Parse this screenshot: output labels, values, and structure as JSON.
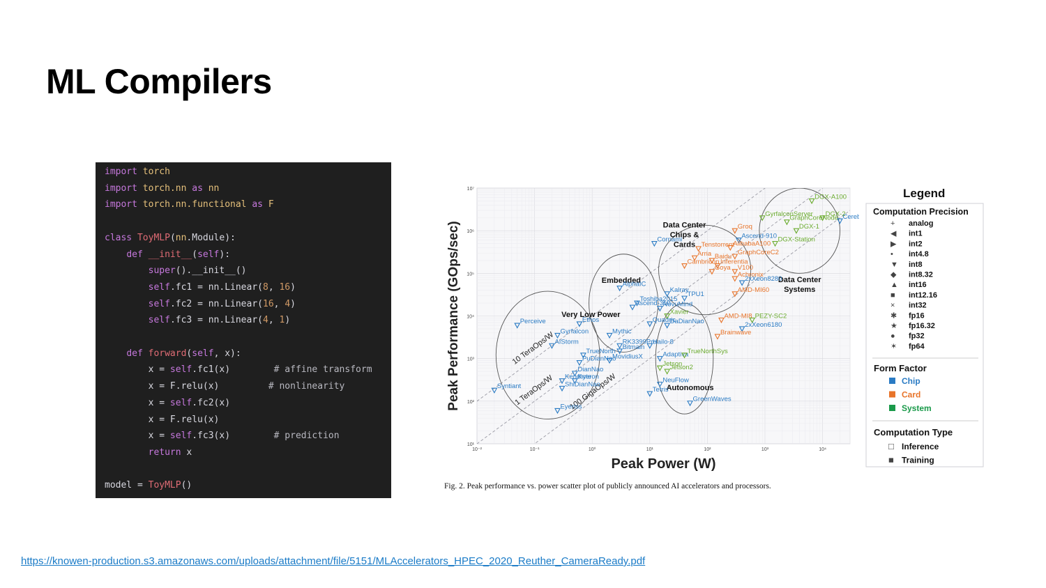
{
  "slide": {
    "title": "ML Compilers",
    "source_link": "https://knowen-production.s3.amazonaws.com/uploads/attachment/file/5151/MLAccelerators_HPEC_2020_Reuther_CameraReady.pdf"
  },
  "code": {
    "lines": [
      [
        [
          "kw",
          "import"
        ],
        [
          "plain",
          " "
        ],
        [
          "mod",
          "torch"
        ]
      ],
      [
        [
          "kw",
          "import"
        ],
        [
          "plain",
          " "
        ],
        [
          "mod",
          "torch.nn"
        ],
        [
          "plain",
          " "
        ],
        [
          "kw",
          "as"
        ],
        [
          "plain",
          " "
        ],
        [
          "mod",
          "nn"
        ]
      ],
      [
        [
          "kw",
          "import"
        ],
        [
          "plain",
          " "
        ],
        [
          "mod",
          "torch.nn.functional"
        ],
        [
          "plain",
          " "
        ],
        [
          "kw",
          "as"
        ],
        [
          "plain",
          " "
        ],
        [
          "mod",
          "F"
        ]
      ],
      [],
      [
        [
          "kw",
          "class"
        ],
        [
          "plain",
          " "
        ],
        [
          "fn",
          "ToyMLP"
        ],
        [
          "plain",
          "("
        ],
        [
          "mod",
          "nn"
        ],
        [
          "plain",
          ".Module):"
        ]
      ],
      [
        [
          "plain",
          "    "
        ],
        [
          "kw",
          "def"
        ],
        [
          "plain",
          " "
        ],
        [
          "fn",
          "__init__"
        ],
        [
          "plain",
          "("
        ],
        [
          "kw",
          "self"
        ],
        [
          "plain",
          "):"
        ]
      ],
      [
        [
          "plain",
          "        "
        ],
        [
          "kw",
          "super"
        ],
        [
          "plain",
          "().__init__()"
        ]
      ],
      [
        [
          "plain",
          "        "
        ],
        [
          "kw",
          "self"
        ],
        [
          "plain",
          ".fc1 = nn.Linear("
        ],
        [
          "num",
          "8"
        ],
        [
          "plain",
          ", "
        ],
        [
          "num",
          "16"
        ],
        [
          "plain",
          ")"
        ]
      ],
      [
        [
          "plain",
          "        "
        ],
        [
          "kw",
          "self"
        ],
        [
          "plain",
          ".fc2 = nn.Linear("
        ],
        [
          "num",
          "16"
        ],
        [
          "plain",
          ", "
        ],
        [
          "num",
          "4"
        ],
        [
          "plain",
          ")"
        ]
      ],
      [
        [
          "plain",
          "        "
        ],
        [
          "kw",
          "self"
        ],
        [
          "plain",
          ".fc3 = nn.Linear("
        ],
        [
          "num",
          "4"
        ],
        [
          "plain",
          ", "
        ],
        [
          "num",
          "1"
        ],
        [
          "plain",
          ")"
        ]
      ],
      [],
      [
        [
          "plain",
          "    "
        ],
        [
          "kw",
          "def"
        ],
        [
          "plain",
          " "
        ],
        [
          "fn",
          "forward"
        ],
        [
          "plain",
          "("
        ],
        [
          "kw",
          "self"
        ],
        [
          "plain",
          ", x):"
        ]
      ],
      [
        [
          "plain",
          "        x = "
        ],
        [
          "kw",
          "self"
        ],
        [
          "plain",
          ".fc1(x)        "
        ],
        [
          "cm",
          "# affine transform"
        ]
      ],
      [
        [
          "plain",
          "        x = F.relu(x)         "
        ],
        [
          "cm",
          "# nonlinearity"
        ]
      ],
      [
        [
          "plain",
          "        x = "
        ],
        [
          "kw",
          "self"
        ],
        [
          "plain",
          ".fc2(x)"
        ]
      ],
      [
        [
          "plain",
          "        x = F.relu(x)"
        ]
      ],
      [
        [
          "plain",
          "        x = "
        ],
        [
          "kw",
          "self"
        ],
        [
          "plain",
          ".fc3(x)        "
        ],
        [
          "cm",
          "# prediction"
        ]
      ],
      [
        [
          "plain",
          "        "
        ],
        [
          "kw",
          "return"
        ],
        [
          "plain",
          " x"
        ]
      ],
      [],
      [
        [
          "plain",
          "model = "
        ],
        [
          "fn",
          "ToyMLP"
        ],
        [
          "plain",
          "()"
        ]
      ]
    ],
    "colors": {
      "bg": "#1f1f1f",
      "keyword": "#c678dd",
      "module": "#e5c07b",
      "function": "#e06c75",
      "number": "#d19a66",
      "comment": "#b8b8c0",
      "text": "#d8d8e0"
    }
  },
  "figure": {
    "caption": "Fig. 2.  Peak performance vs. power scatter plot of publicly announced AI accelerators and processors.",
    "legend": {
      "title": "Legend",
      "precision_title": "Computation Precision",
      "precision": [
        {
          "symbol": "+",
          "label": "analog"
        },
        {
          "symbol": "◀",
          "label": "int1"
        },
        {
          "symbol": "▶",
          "label": "int2"
        },
        {
          "symbol": "•",
          "label": "int4.8"
        },
        {
          "symbol": "▼",
          "label": "int8"
        },
        {
          "symbol": "◆",
          "label": "int8.32"
        },
        {
          "symbol": "▲",
          "label": "int16"
        },
        {
          "symbol": "■",
          "label": "int12.16"
        },
        {
          "symbol": "×",
          "label": "int32"
        },
        {
          "symbol": "✱",
          "label": "fp16"
        },
        {
          "symbol": "★",
          "label": "fp16.32"
        },
        {
          "symbol": "●",
          "label": "fp32"
        },
        {
          "symbol": "✶",
          "label": "fp64"
        }
      ],
      "form_title": "Form Factor",
      "form": [
        {
          "label": "Chip",
          "color": "#2a7bc4"
        },
        {
          "label": "Card",
          "color": "#e8742a"
        },
        {
          "label": "System",
          "color": "#1a9a4a"
        }
      ],
      "type_title": "Computation Type",
      "type": [
        {
          "symbol": "□",
          "label": "Inference"
        },
        {
          "symbol": "■",
          "label": "Training"
        }
      ]
    }
  },
  "chart_data": {
    "type": "scatter",
    "xlabel": "Peak Power (W)",
    "ylabel": "Peak Performance (GOps/sec)",
    "xscale": "log",
    "yscale": "log",
    "xlim": [
      0.01,
      30000
    ],
    "ylim": [
      10,
      10000000
    ],
    "x_ticks": [
      "10⁻²",
      "10⁻¹",
      "10⁰",
      "10¹",
      "10²",
      "10³",
      "10⁴"
    ],
    "y_ticks": [
      "10¹",
      "10²",
      "10³",
      "10⁴",
      "10⁵",
      "10⁶",
      "10⁷"
    ],
    "grid": true,
    "trend_lines": [
      {
        "label": "10 TeraOps/W",
        "ratio": 10000
      },
      {
        "label": "1 TeraOps/W",
        "ratio": 1000
      },
      {
        "label": "100 GigaOps/W",
        "ratio": 100
      }
    ],
    "regions": [
      {
        "label": "Very Low Power",
        "cx": 0.2,
        "cy": 1500
      },
      {
        "label": "Embedded",
        "cx": 3,
        "cy": 12000
      },
      {
        "label": "Autonomous",
        "cx": 30,
        "cy": 500
      },
      {
        "label": "Data Center Chips & Cards",
        "cx": 100,
        "cy": 150000
      },
      {
        "label": "Data Center Systems",
        "cx": 3000,
        "cy": 1000000
      }
    ],
    "points": [
      {
        "name": "DGX-A100",
        "x": 6500,
        "y": 5000000,
        "form": "System"
      },
      {
        "name": "DGX-2",
        "x": 10000,
        "y": 2000000,
        "form": "System"
      },
      {
        "name": "DGX-1",
        "x": 3500,
        "y": 1000000,
        "form": "System"
      },
      {
        "name": "Cerebras",
        "x": 20000,
        "y": 1700000,
        "form": "Chip"
      },
      {
        "name": "DGX-Station",
        "x": 1500,
        "y": 500000,
        "form": "System"
      },
      {
        "name": "GraphCoreNode",
        "x": 2400,
        "y": 1600000,
        "form": "System"
      },
      {
        "name": "GyrfalconServer",
        "x": 900,
        "y": 2000000,
        "form": "System"
      },
      {
        "name": "Groq",
        "x": 300,
        "y": 1000000,
        "form": "Card"
      },
      {
        "name": "Ascend-910",
        "x": 350,
        "y": 600000,
        "form": "Chip"
      },
      {
        "name": "Cornami",
        "x": 12,
        "y": 500000,
        "form": "Chip"
      },
      {
        "name": "Tenstorrent",
        "x": 70,
        "y": 380000,
        "form": "Card"
      },
      {
        "name": "AlibabaA100",
        "x": 250,
        "y": 400000,
        "form": "Card"
      },
      {
        "name": "GraphCoreC2",
        "x": 300,
        "y": 250000,
        "form": "Card"
      },
      {
        "name": "Arria",
        "x": 60,
        "y": 230000,
        "form": "Card"
      },
      {
        "name": "Baidu",
        "x": 120,
        "y": 200000,
        "form": "Card"
      },
      {
        "name": "Cambricon",
        "x": 40,
        "y": 150000,
        "form": "Card"
      },
      {
        "name": "Inferentia",
        "x": 150,
        "y": 150000,
        "form": "Card"
      },
      {
        "name": "Goya",
        "x": 120,
        "y": 110000,
        "form": "Card"
      },
      {
        "name": "V100",
        "x": 300,
        "y": 110000,
        "form": "Card"
      },
      {
        "name": "Achronix",
        "x": 300,
        "y": 75000,
        "form": "Card"
      },
      {
        "name": "2xXeon8280",
        "x": 400,
        "y": 60000,
        "form": "Chip"
      },
      {
        "name": "AMD-MI60",
        "x": 300,
        "y": 33000,
        "form": "Card"
      },
      {
        "name": "AMD-MI8",
        "x": 175,
        "y": 8000,
        "form": "Card"
      },
      {
        "name": "PEZY-SC2",
        "x": 600,
        "y": 8000,
        "form": "System"
      },
      {
        "name": "2xXeon6180",
        "x": 400,
        "y": 5000,
        "form": "Chip"
      },
      {
        "name": "Brainwave",
        "x": 150,
        "y": 3300,
        "form": "Card"
      },
      {
        "name": "TPU1",
        "x": 40,
        "y": 26000,
        "form": "Chip"
      },
      {
        "name": "Kalray",
        "x": 20,
        "y": 33000,
        "form": "Chip"
      },
      {
        "name": "NovuMind",
        "x": 15,
        "y": 15000,
        "form": "Chip"
      },
      {
        "name": "Xavier",
        "x": 20,
        "y": 10000,
        "form": "System"
      },
      {
        "name": "AlphaIC",
        "x": 3,
        "y": 45000,
        "form": "Chip"
      },
      {
        "name": "Toshiba2015",
        "x": 6,
        "y": 20000,
        "form": "Chip"
      },
      {
        "name": "Ascend-310",
        "x": 5,
        "y": 16000,
        "form": "Chip"
      },
      {
        "name": "Perceive",
        "x": 0.05,
        "y": 6000,
        "form": "Chip"
      },
      {
        "name": "Ethos",
        "x": 0.6,
        "y": 6500,
        "form": "Chip"
      },
      {
        "name": "Gyrfalcon",
        "x": 0.25,
        "y": 3500,
        "form": "Chip"
      },
      {
        "name": "Mythic",
        "x": 2,
        "y": 3500,
        "form": "Chip"
      },
      {
        "name": "RK3399Pro",
        "x": 3,
        "y": 2000,
        "form": "Chip"
      },
      {
        "name": "Bitmain",
        "x": 3,
        "y": 1500,
        "form": "Chip"
      },
      {
        "name": "MovidiusX",
        "x": 2,
        "y": 900,
        "form": "Chip"
      },
      {
        "name": "TrueNorth",
        "x": 0.7,
        "y": 1200,
        "form": "Chip"
      },
      {
        "name": "AIStorm",
        "x": 0.2,
        "y": 2000,
        "form": "Chip"
      },
      {
        "name": "PuDianNao",
        "x": 0.6,
        "y": 800,
        "form": "Chip"
      },
      {
        "name": "DianNao",
        "x": 0.5,
        "y": 450,
        "form": "Chip"
      },
      {
        "name": "Kendryte",
        "x": 0.3,
        "y": 300,
        "form": "Chip"
      },
      {
        "name": "Kneron",
        "x": 0.5,
        "y": 300,
        "form": "Chip"
      },
      {
        "name": "ShiDianNao",
        "x": 0.3,
        "y": 200,
        "form": "Chip"
      },
      {
        "name": "Syntiant",
        "x": 0.02,
        "y": 180,
        "form": "Chip"
      },
      {
        "name": "Eyeriss",
        "x": 0.25,
        "y": 60,
        "form": "Chip"
      },
      {
        "name": "Jetson",
        "x": 15,
        "y": 600,
        "form": "System"
      },
      {
        "name": "Jetson2",
        "x": 20,
        "y": 500,
        "form": "System"
      },
      {
        "name": "NeuFlow",
        "x": 15,
        "y": 250,
        "form": "Chip"
      },
      {
        "name": "Tetris",
        "x": 10,
        "y": 150,
        "form": "Chip"
      },
      {
        "name": "GreenWaves",
        "x": 50,
        "y": 90,
        "form": "Chip"
      },
      {
        "name": "Hailo-8",
        "x": 10,
        "y": 2000,
        "form": "Chip"
      },
      {
        "name": "Adaptiva",
        "x": 15,
        "y": 1000,
        "form": "Chip"
      },
      {
        "name": "TrueNorthSys",
        "x": 40,
        "y": 1200,
        "form": "System"
      },
      {
        "name": "DaDianNao",
        "x": 20,
        "y": 6000,
        "form": "Chip"
      },
      {
        "name": "Quadric",
        "x": 10,
        "y": 6500,
        "form": "Chip"
      }
    ]
  }
}
